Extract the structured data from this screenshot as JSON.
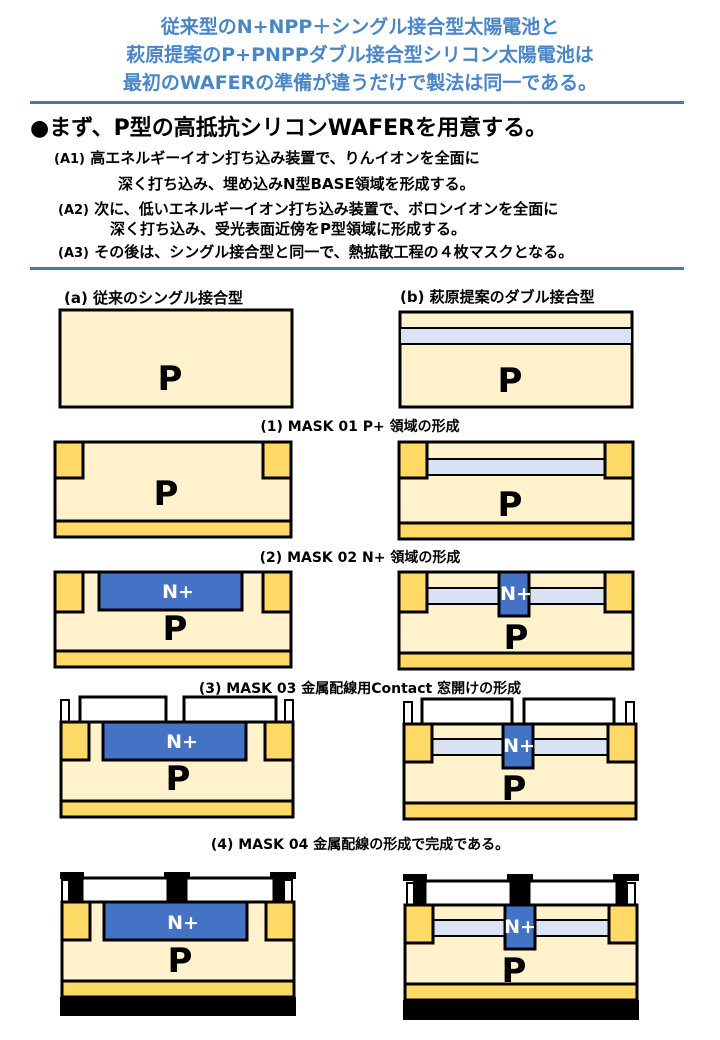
{
  "title": {
    "line1": "従来型のN+NPP＋シングル接合型太陽電池と",
    "line2": "萩原提案のP+PNPPダブル接合型シリコン太陽電池は",
    "line3": "最初のWAFERの準備が違うだけで製法は同一である。"
  },
  "heading": "●まず、P型の高抵抗シリコンWAFERを用意する。",
  "steps": [
    {
      "tag": "(A1)",
      "line1": "高エネルギーイオン打ち込み装置で、りんイオンを全面に",
      "line2": "深く打ち込み、埋め込みN型BASE領域を形成する。"
    },
    {
      "tag": "(A2)",
      "line1": "次に、低いエネルギーイオン打ち込み装置で、ボロンイオンを全面に",
      "line2": "深く打ち込み、受光表面近傍をP型領域に形成する。"
    },
    {
      "tag": "(A3)",
      "line1": "その後は、シングル接合型と同一で、熱拡散工程の４枚マスクとなる。"
    }
  ],
  "panels": {
    "left_label": "(a) 従来のシングル接合型",
    "right_label": "(b) 萩原提案のダブル接合型"
  },
  "masks": [
    "(1)  MASK 01  P+ 領域の形成",
    "(2)  MASK 02  N+ 領域の形成",
    "(3)  MASK 03  金属配線用Contact 窓開けの形成",
    "(4)  MASK 04  金属配線の形成で完成である。"
  ],
  "region_labels": {
    "p": "P",
    "nplus": "N+"
  },
  "colors": {
    "substrate": "#fff2cc",
    "pplus": "#ffd966",
    "nplus": "#4472c4",
    "n_layer": "#dae3f3",
    "title": "#4a86c6",
    "rule": "#4a76b8",
    "metal": "#000000",
    "oxide": "#ffffff"
  }
}
